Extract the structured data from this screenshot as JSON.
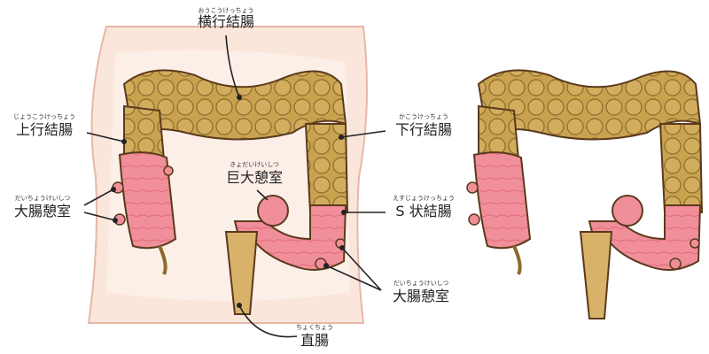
{
  "labels": {
    "transverse": {
      "text": "横行結腸",
      "ruby": "おうこうけっちょう"
    },
    "ascending": {
      "text": "上行結腸",
      "ruby": "じょうこうけっちょう"
    },
    "descending": {
      "text": "下行結腸",
      "ruby": "かこうけっちょう"
    },
    "giant": {
      "text": "巨大憩室",
      "ruby": "きょだいけいしつ"
    },
    "diverticulum_left": {
      "text": "大腸憩室",
      "ruby": "だいちょうけいしつ"
    },
    "sigmoid": {
      "text": "S 状結腸",
      "ruby": "えすじょうけっちょう"
    },
    "diverticulum_right": {
      "text": "大腸憩室",
      "ruby": "だいちょうけいしつ"
    },
    "rectum": {
      "text": "直腸",
      "ruby": "ちょくちょう"
    }
  },
  "colors": {
    "body": "#fbe6dc",
    "body_outline": "#e8b7a6",
    "colon": "#c9a24f",
    "colon_dark": "#8a6a2b",
    "inflamed": "#f08f9a",
    "inflamed_inner": "#f6b3ba",
    "outline": "#5b3a1c"
  }
}
